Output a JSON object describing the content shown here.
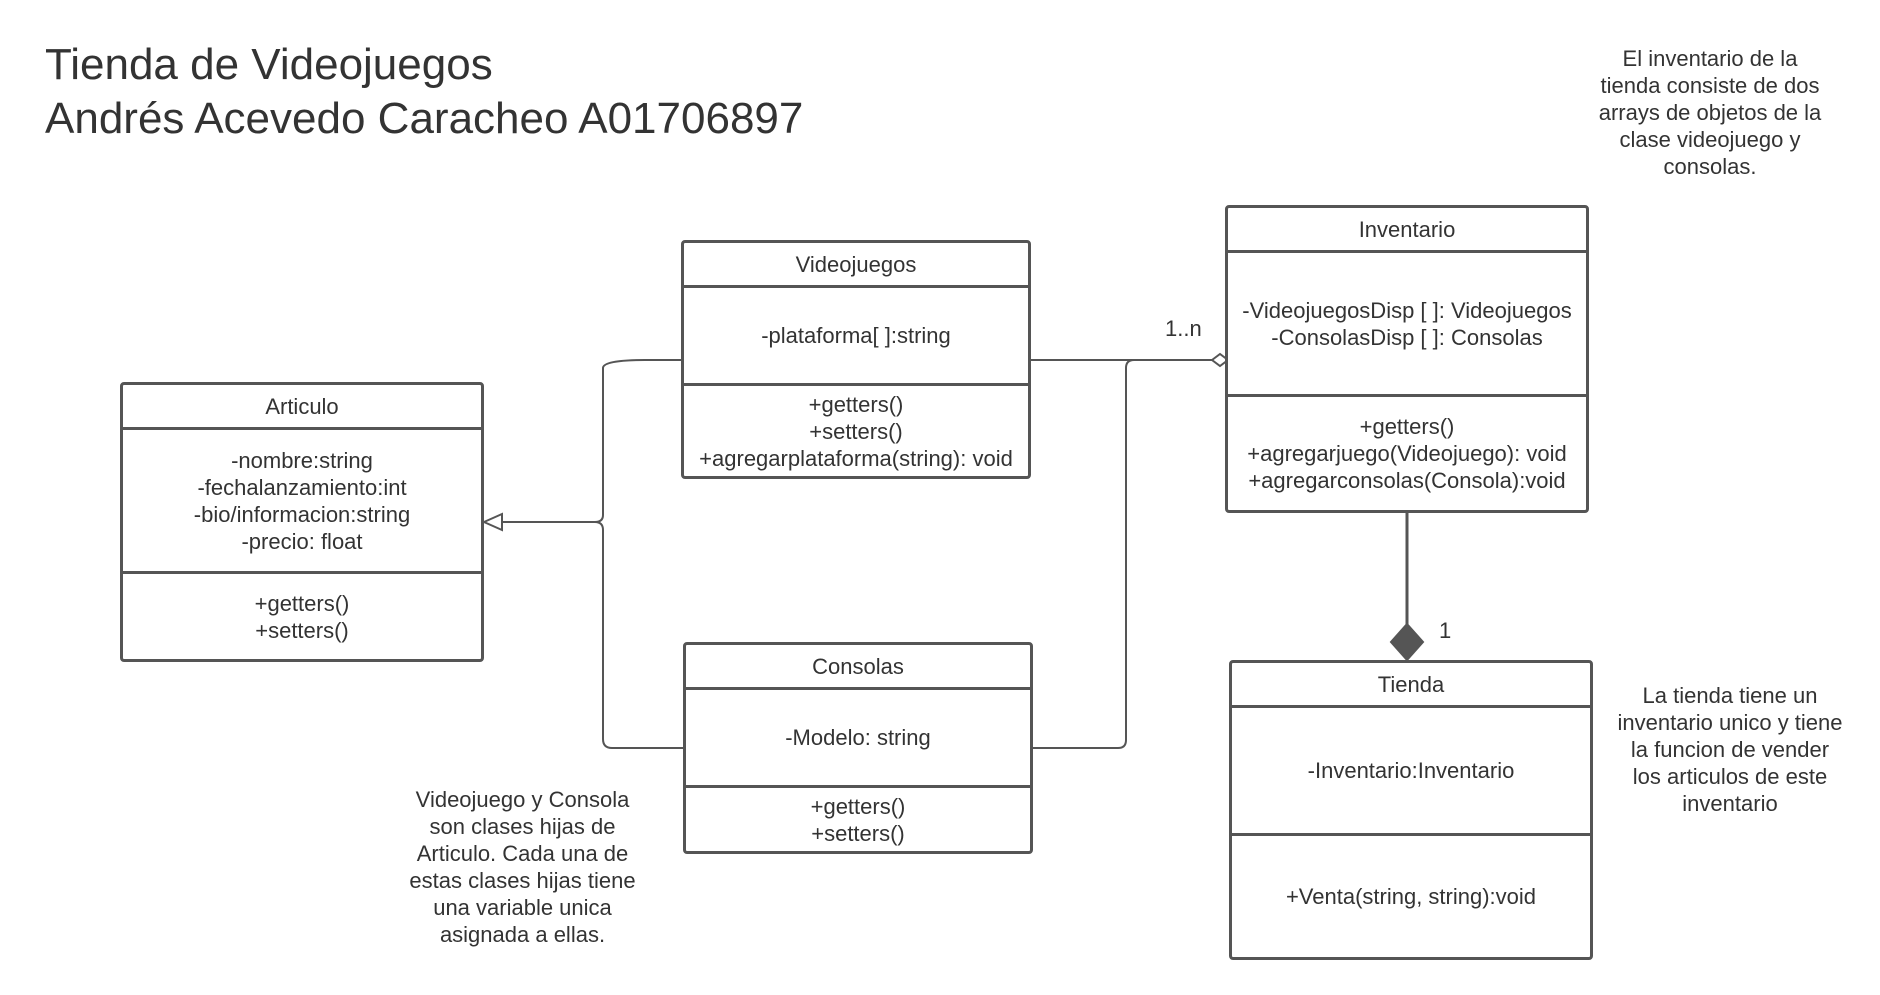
{
  "title": {
    "line1": "Tienda de Videojuegos",
    "line2": "Andrés Acevedo Caracheo A01706897"
  },
  "classes": {
    "articulo": {
      "name": "Articulo",
      "attributes": [
        "-nombre:string",
        "-fechalanzamiento:int",
        "-bio/informacion:string",
        "-precio: float"
      ],
      "methods": [
        "+getters()",
        "+setters()"
      ]
    },
    "videojuegos": {
      "name": "Videojuegos",
      "attributes": [
        "-plataforma[ ]:string"
      ],
      "methods": [
        "+getters()",
        "+setters()",
        "+agregarplataforma(string): void"
      ]
    },
    "consolas": {
      "name": "Consolas",
      "attributes": [
        "-Modelo: string"
      ],
      "methods": [
        "+getters()",
        "+setters()"
      ]
    },
    "inventario": {
      "name": "Inventario",
      "attributes": [
        "-VideojuegosDisp [ ]: Videojuegos",
        "-ConsolasDisp [ ]: Consolas"
      ],
      "methods": [
        "+getters()",
        "+agregarjuego(Videojuego): void",
        "+agregarconsolas(Consola):void"
      ]
    },
    "tienda": {
      "name": "Tienda",
      "attributes": [
        "-Inventario:Inventario"
      ],
      "methods": [
        "+Venta(string, string):void"
      ]
    }
  },
  "multiplicities": {
    "aggregation": "1..n",
    "composition": "1"
  },
  "notes": {
    "inventario": [
      "El inventario de la",
      "tienda consiste de dos",
      "arrays de objetos de la",
      "clase videojuego y",
      "consolas."
    ],
    "tienda": [
      "La tienda tiene un",
      "inventario unico y tiene",
      "la funcion de vender",
      "los articulos de este",
      "inventario"
    ],
    "herencia": [
      "Videojuego y Consola",
      "son clases hijas de",
      "Articulo. Cada una de",
      "estas clases hijas tiene",
      "una variable unica",
      "asignada a ellas."
    ]
  },
  "colors": {
    "stroke": "#555555",
    "text": "#333333",
    "background": "#ffffff"
  }
}
